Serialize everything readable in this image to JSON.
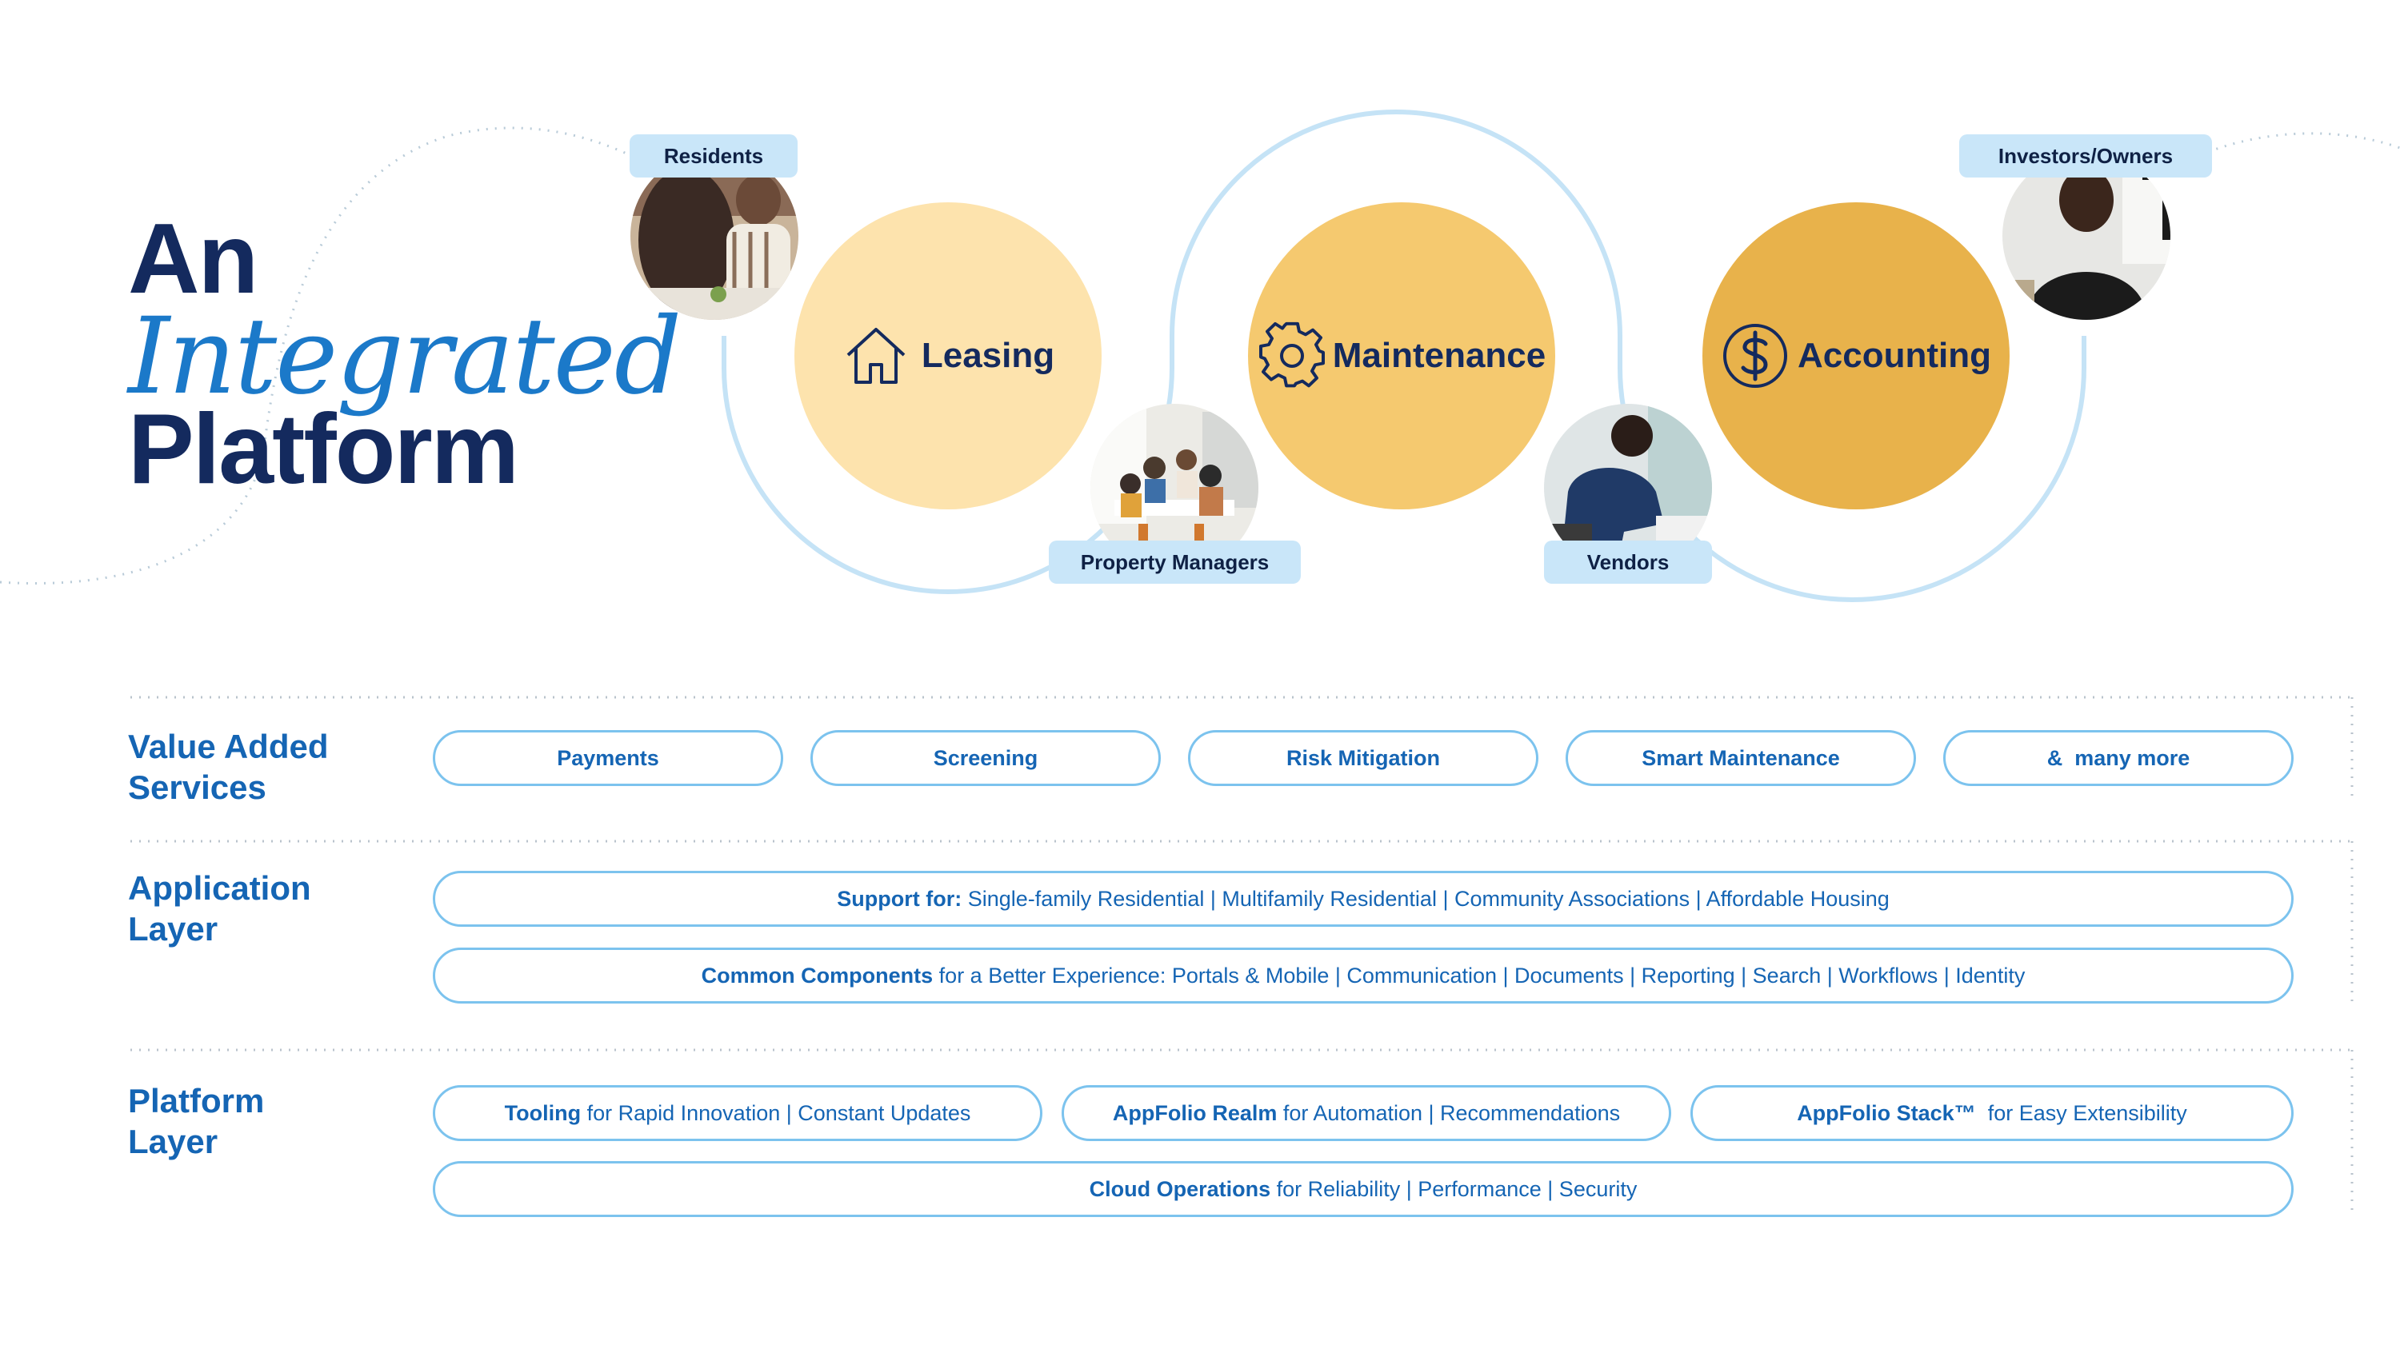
{
  "title": {
    "line1": "An",
    "line2": "Integrated",
    "line3": "Platform"
  },
  "hubs": [
    {
      "label": "Leasing",
      "icon": "house-icon",
      "color": "#fde3ad"
    },
    {
      "label": "Maintenance",
      "icon": "gear-icon",
      "color": "#f5c96f"
    },
    {
      "label": "Accounting",
      "icon": "dollar-icon",
      "color": "#e8b24b"
    }
  ],
  "roles": {
    "residents": "Residents",
    "investors": "Investors/Owners",
    "property_managers": "Property Managers",
    "vendors": "Vendors"
  },
  "value_added": {
    "title": [
      "Value Added",
      "Services"
    ],
    "items": [
      "Payments",
      "Screening",
      "Risk Mitigation",
      "Smart Maintenance",
      "&  many more"
    ]
  },
  "application_layer": {
    "title": [
      "Application",
      "Layer"
    ],
    "support": {
      "bold": "Support for:",
      "text": " Single-family Residential | Multifamily Residential | Community Associations | Affordable Housing"
    },
    "common": {
      "bold": "Common Components",
      "text": " for a Better Experience: Portals & Mobile | Communication | Documents | Reporting | Search | Workflows | Identity"
    }
  },
  "platform_layer": {
    "title": [
      "Platform",
      "Layer"
    ],
    "tooling": {
      "bold": "Tooling",
      "text": " for Rapid Innovation | Constant Updates"
    },
    "realm": {
      "bold": "AppFolio Realm",
      "text": " for Automation | Recommendations"
    },
    "stack": {
      "bold": "AppFolio Stack™",
      "text": "  for Easy Extensibility"
    },
    "cloud": {
      "bold": "Cloud Operations",
      "text": " for Reliability | Performance | Security"
    }
  },
  "colors": {
    "navy": "#142a5e",
    "blue": "#1565b4",
    "light_blue": "#c9e6f9",
    "ring": "#c5e3f6",
    "pill_border": "#7cc3ee"
  }
}
